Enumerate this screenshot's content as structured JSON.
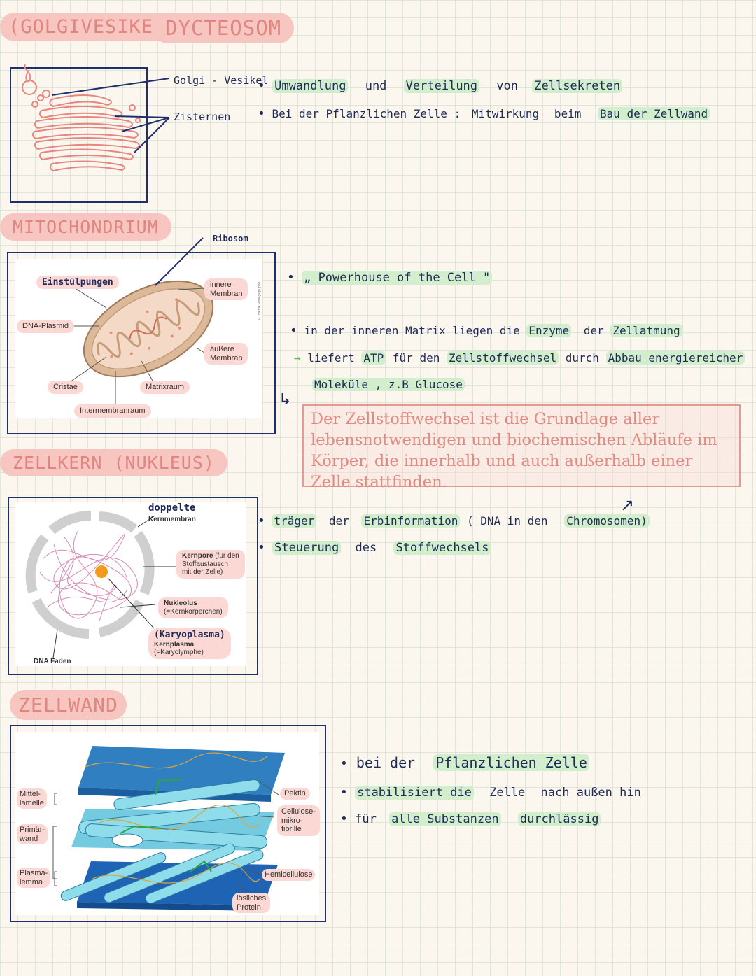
{
  "headings": {
    "golgivesikel": "(GOLGIVESIKEL)",
    "dycteosom": "DYCTEOSOM",
    "mitochondrium": "MITOCHONDRIUM",
    "zellkern": "ZELLKERN (NUKLEUS)",
    "zellwand": "ZELLWAND"
  },
  "golgi": {
    "label_vesikel": "Golgi - Vesikel",
    "label_zisternen": "Zisternen",
    "bullets": [
      {
        "parts": [
          "Umwandlung",
          "und",
          "Verteilung",
          "von",
          "Zellsekreten"
        ]
      },
      {
        "parts": [
          "Bei der Pflanzlichen Zelle :",
          "Mitwirkung",
          "beim",
          "Bau der Zellwand"
        ]
      }
    ]
  },
  "mito": {
    "label_ribosom": "Ribosom",
    "label_einstuelpungen": "Einstülpungen",
    "label_innere": "innere\nMembran",
    "label_dna_plasmid": "DNA-Plasmid",
    "label_aeussere": "äußere\nMembran",
    "label_cristae": "Cristae",
    "label_matrixraum": "Matrixraum",
    "label_intermembranraum": "Intermembranraum",
    "credit": "© Thieme Verlagsgruppe",
    "quote": "„ Powerhouse  of  the  Cell \"",
    "line1_a": "in der inneren Matrix liegen die",
    "line1_b": "Enzyme",
    "line1_c": "der",
    "line1_d": "Zellatmung",
    "arrow": "→",
    "line2_a": "liefert",
    "line2_b": "ATP",
    "line2_c": "für den",
    "line2_d": "Zellstoffwechsel",
    "line2_e": "durch",
    "line2_f": "Abbau energiereicher",
    "line3": "Moleküle , z.B Glucose",
    "definition": "Der Zellstoffwechsel ist die Grundlage aller lebensnotwendigen und biochemischen Abläufe im Körper, die innerhalb und auch außerhalb einer Zelle stattfinden."
  },
  "nucleus": {
    "label_doppelte": "doppelte",
    "label_kernmembran": "Kernmembran",
    "label_kernpore": "Kernpore (für den Stoffaustausch mit der Zelle)",
    "label_kernpore_bold": "Kernpore",
    "label_kernpore_rest": " (für den\nStoffaustausch\nmit der Zelle)",
    "label_nukleolus_bold": "Nukleolus",
    "label_nukleolus_rest": "(=Kernkörperchen)",
    "label_karyoplasma": "(Karyoplasma)",
    "label_kernplasma_bold": "Kernplasma",
    "label_kernplasma_rest": "(=Karyolymphe)",
    "label_dna_faden": "DNA Faden",
    "bullet1_a": "träger",
    "bullet1_b": "der",
    "bullet1_c": "Erbinformation",
    "bullet1_d": "( DNA  in den",
    "bullet1_e": "Chromosomen)",
    "bullet2_a": "Steuerung",
    "bullet2_b": "des",
    "bullet2_c": "Stoffwechsels"
  },
  "wall": {
    "label_mittellamelle": "Mittel-\nlamelle",
    "label_primaerwand": "Primär-\nwand",
    "label_plasmalemma": "Plasma-\nlemma",
    "label_pektin": "Pektin",
    "label_cellulose": "Cellulose-\nmikro-\nfibrille",
    "label_hemicellulose": "Hemicellulose",
    "label_protein": "lösliches\nProtein",
    "bullet1_a": "bei der",
    "bullet1_b": "Pflanzlichen Zelle",
    "bullet2_a": "stabilisiert die",
    "bullet2_b": "Zelle",
    "bullet2_c": "nach außen hin",
    "bullet3_a": "für",
    "bullet3_b": "alle Substanzen",
    "bullet3_c": "durchlässig"
  },
  "colors": {
    "heading_bg": "#f7c6c0",
    "heading_text": "#e08580",
    "highlight_green": "#d2eecc",
    "box_border": "#1f2f6e",
    "ink": "#1f2a57"
  }
}
